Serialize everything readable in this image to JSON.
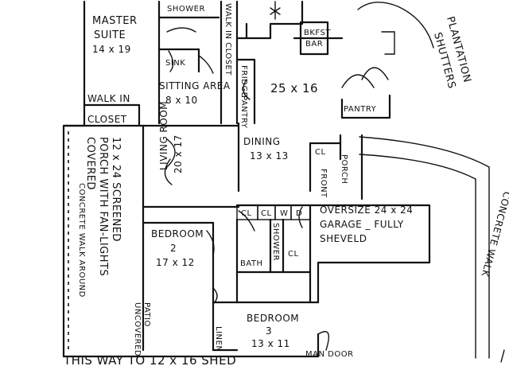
{
  "rooms": {
    "master_suite": {
      "name_1": "MASTER",
      "name_2": "SUITE",
      "size": "14 x 19"
    },
    "shower": "SHOWER",
    "sink": "SINK",
    "walk_in_closet_top": "WALK IN CLOSET",
    "sitting_area": {
      "name": "SITTING AREA",
      "size": "8 x 10"
    },
    "walk_in_closet_left": {
      "line1": "WALK IN",
      "line2": "CLOSET"
    },
    "kitchen_size": "25 x 16",
    "bkfst_bar": {
      "line1": "BKFST",
      "line2": "BAR"
    },
    "fridge": "FRIDGE",
    "pantry_small": "PANTRY",
    "pantry": "PANTRY",
    "plantation_shutters": {
      "line1": "PLANTATION",
      "line2": "SHUTTERS"
    },
    "dining": {
      "name": "DINING",
      "size": "13 x 13"
    },
    "cl": "CL",
    "front_porch": {
      "line1": "FRONT",
      "line2": "PORCH"
    },
    "screened_porch": {
      "line1": "12 x 24 SCREENED",
      "line2": "PORCH WITH FAN-LIGHTS",
      "line3": "COVERED"
    },
    "concrete_walk_around": "CONCRETE WALK AROUND",
    "living_room": {
      "name": "LIVING ROOM",
      "size": "20 x 17"
    },
    "closets_row": [
      "CL",
      "CL",
      "W",
      "D"
    ],
    "garage": {
      "line1": "OVERSIZE 24 x 24",
      "line2": "GARAGE _ FULLY",
      "line3": "SHEVELD"
    },
    "bedroom2": {
      "name": "BEDROOM",
      "number": "2",
      "size": "17 x 12"
    },
    "bath": "BATH",
    "shower_small": "SHOWER",
    "cl_bath": "CL",
    "patio": {
      "line1": "PATIO",
      "line2": "UNCOVERED"
    },
    "linen": "LINEN",
    "bedroom3": {
      "name": "BEDROOM",
      "number": "3",
      "size": "13 x 11"
    },
    "concrete_walk": "CONCRETE WALK",
    "man_door": "MAN DOOR",
    "shed_note": "THIS WAY TO 12 x 16 SHED"
  }
}
